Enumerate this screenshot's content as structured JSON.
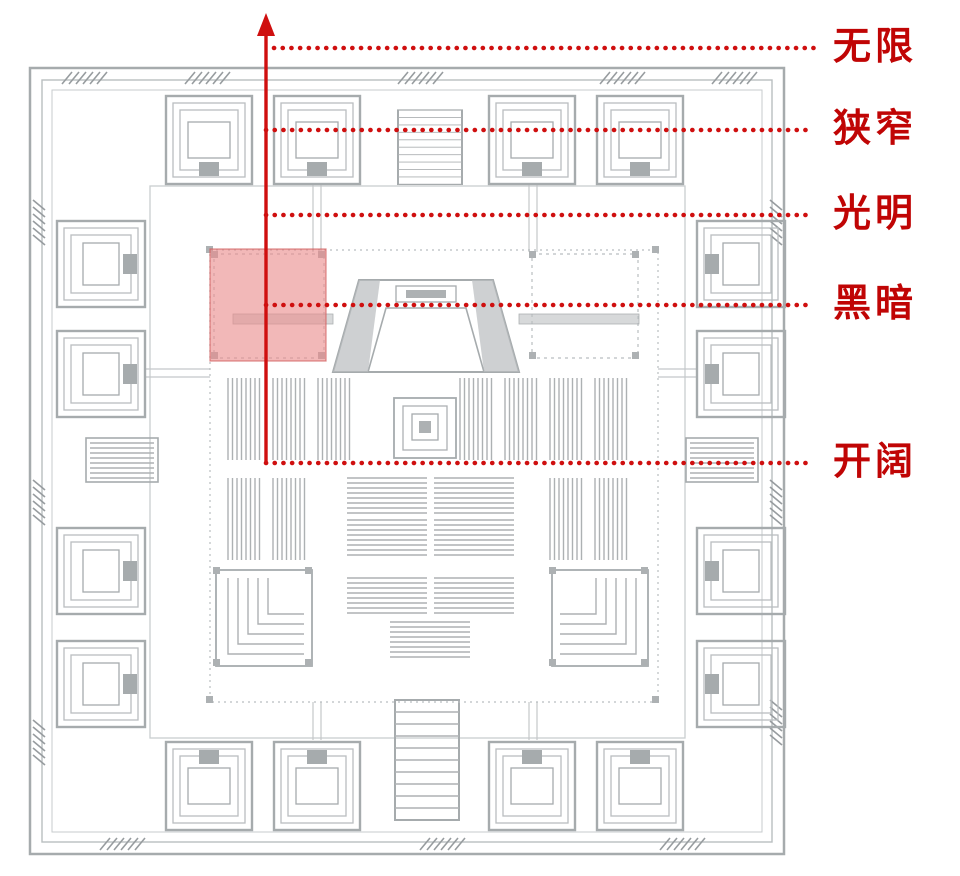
{
  "colors": {
    "accent": "#cf0f0f",
    "label": "#c00505",
    "highlight": "#ea8d8d",
    "plan_ink": "#9fa4a7"
  },
  "annotations": {
    "lines": [
      {
        "label": "无限"
      },
      {
        "label": "狭窄"
      },
      {
        "label": "光明"
      },
      {
        "label": "黑暗"
      },
      {
        "label": "开阔"
      }
    ]
  }
}
